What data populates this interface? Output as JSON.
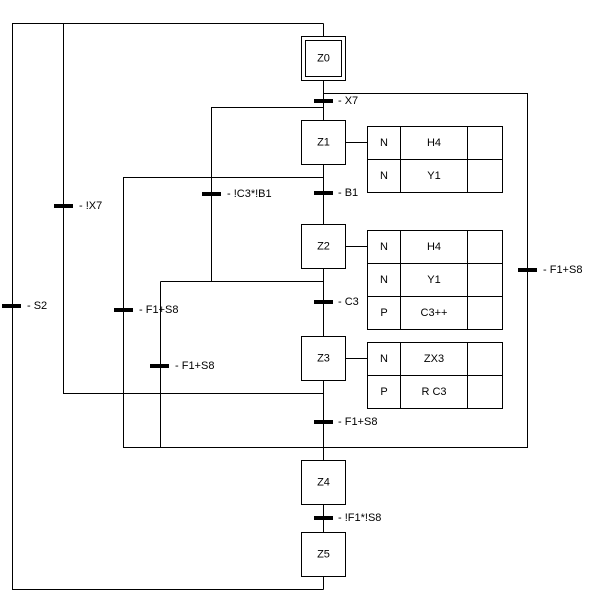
{
  "diagram": {
    "type": "grafcet",
    "steps": [
      {
        "id": "Z0",
        "initial": true
      },
      {
        "id": "Z1",
        "initial": false
      },
      {
        "id": "Z2",
        "initial": false
      },
      {
        "id": "Z3",
        "initial": false
      },
      {
        "id": "Z4",
        "initial": false
      },
      {
        "id": "Z5",
        "initial": false
      }
    ],
    "transitions": [
      {
        "label": "- X7",
        "from": "Z0",
        "to": "Z1"
      },
      {
        "label": "- B1",
        "from": "Z1",
        "to": "Z2"
      },
      {
        "label": "- C3",
        "from": "Z2",
        "to": "Z3"
      },
      {
        "label": "- F1+S8",
        "from": "Z3",
        "to": "Z4"
      },
      {
        "label": "- !F1*!S8",
        "from": "Z4",
        "to": "Z5"
      },
      {
        "label": "- S2",
        "from": "Z5",
        "to": "Z0"
      },
      {
        "label": "- !X7",
        "from": "Z3",
        "to": "Z0"
      },
      {
        "label": "- F1+S8",
        "from": "Z1",
        "to": "Z4"
      },
      {
        "label": "- F1+S8",
        "from": "Z2",
        "to": "Z4"
      },
      {
        "label": "- !C3*!B1",
        "from": "Z2",
        "to": "Z1"
      },
      {
        "label": "- F1+S8",
        "from": "Z0",
        "to": "Z4"
      }
    ],
    "actions": {
      "Z1": [
        {
          "qualifier": "N",
          "action": "H4",
          "extra": ""
        },
        {
          "qualifier": "N",
          "action": "Y1",
          "extra": ""
        }
      ],
      "Z2": [
        {
          "qualifier": "N",
          "action": "H4",
          "extra": ""
        },
        {
          "qualifier": "N",
          "action": "Y1",
          "extra": ""
        },
        {
          "qualifier": "P",
          "action": "C3++",
          "extra": ""
        }
      ],
      "Z3": [
        {
          "qualifier": "N",
          "action": "ZX3",
          "extra": ""
        },
        {
          "qualifier": "P",
          "action": "R C3",
          "extra": ""
        }
      ]
    }
  }
}
